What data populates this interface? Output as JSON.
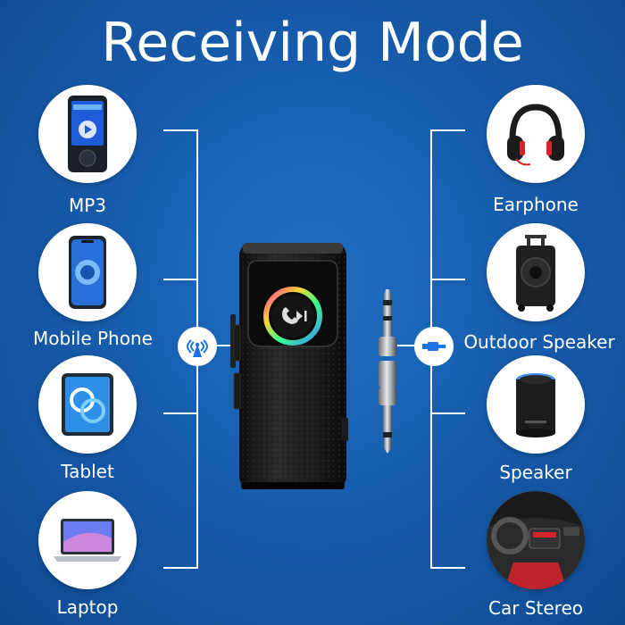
{
  "title": "Receiving Mode",
  "left_devices": [
    {
      "label": "MP3",
      "icon": "mp3-player-icon"
    },
    {
      "label": "Mobile Phone",
      "icon": "smartphone-icon"
    },
    {
      "label": "Tablet",
      "icon": "tablet-icon"
    },
    {
      "label": "Laptop",
      "icon": "laptop-icon"
    }
  ],
  "right_devices": [
    {
      "label": "Earphone",
      "icon": "headphones-icon"
    },
    {
      "label": "Outdoor Speaker",
      "icon": "outdoor-speaker-icon"
    },
    {
      "label": "Speaker",
      "icon": "smart-speaker-icon"
    },
    {
      "label": "Car Stereo",
      "icon": "car-stereo-icon"
    }
  ],
  "left_badge_icon": "bluetooth-signal-icon",
  "right_badge_icon": "aux-cable-icon",
  "product": "bluetooth-receiver-icon",
  "colors": {
    "background": "#1659a8",
    "accent": "#1a73e8",
    "text": "#ffffff"
  }
}
